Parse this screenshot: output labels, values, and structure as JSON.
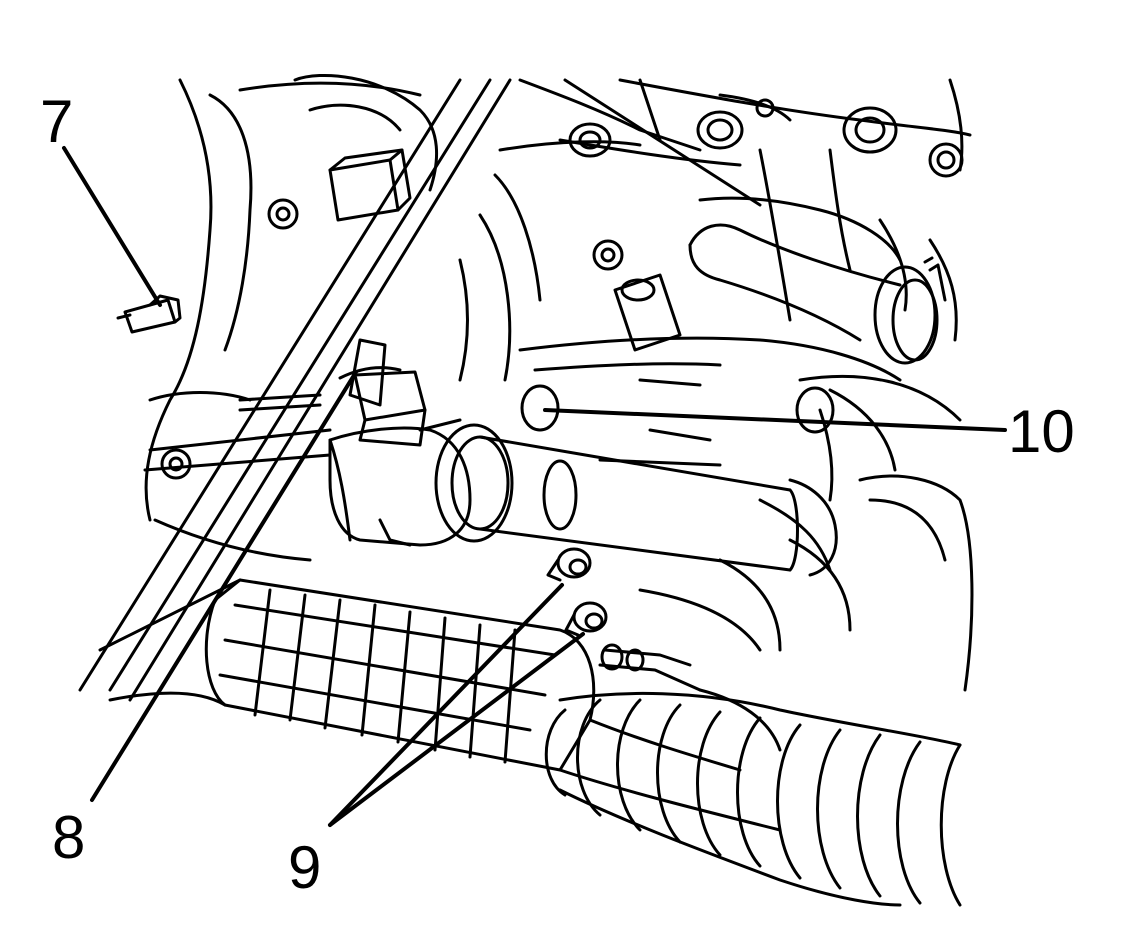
{
  "callouts": {
    "c7": "7",
    "c8": "8",
    "c9": "9",
    "c10": "10"
  },
  "colors": {
    "ink": "#000000",
    "paper": "#ffffff"
  }
}
